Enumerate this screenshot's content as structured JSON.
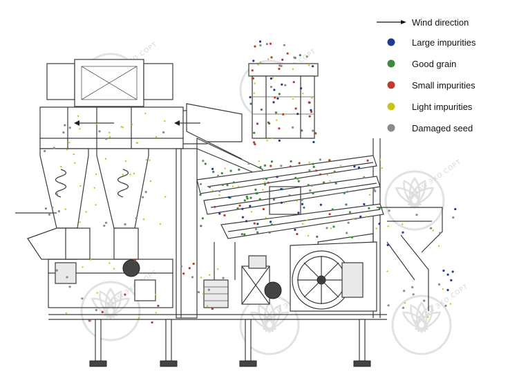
{
  "legend": {
    "wind": {
      "label": "Wind direction"
    },
    "items": [
      {
        "key": "large",
        "label": "Large impurities",
        "color": "#1f3a93"
      },
      {
        "key": "good",
        "label": "Good grain",
        "color": "#3c8a3c"
      },
      {
        "key": "small",
        "label": "Small impurities",
        "color": "#c0392b"
      },
      {
        "key": "light",
        "label": "Light impurities",
        "color": "#c9c21b"
      },
      {
        "key": "damaged",
        "label": "Damaged seed",
        "color": "#8a8a8a"
      }
    ]
  },
  "watermark": {
    "text": "АЛТАЙ ЭКО СОРТ"
  }
}
